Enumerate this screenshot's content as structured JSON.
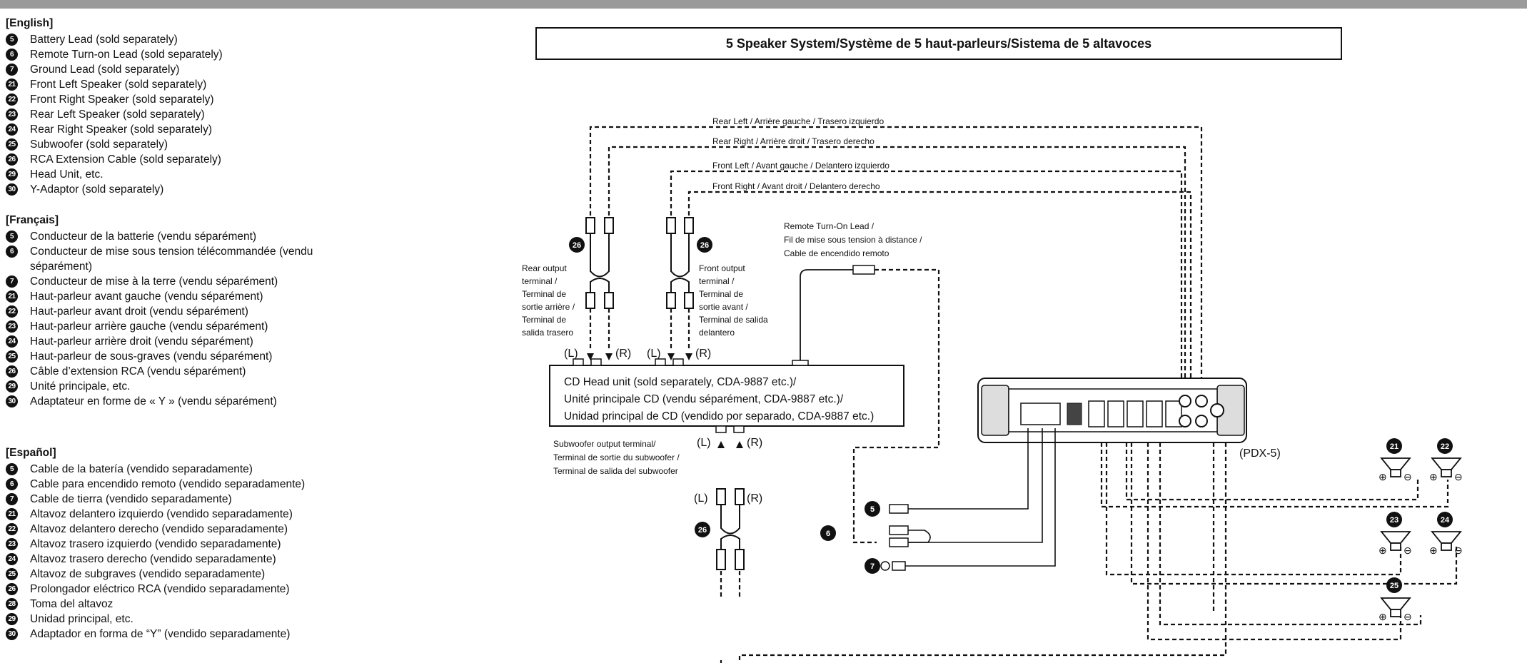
{
  "legend_en": {
    "heading": "[English]",
    "items": [
      {
        "num": "5",
        "text": "Battery Lead (sold separately)"
      },
      {
        "num": "6",
        "text": "Remote Turn-on Lead (sold separately)"
      },
      {
        "num": "7",
        "text": "Ground Lead (sold separately)"
      },
      {
        "num": "21",
        "text": "Front Left Speaker (sold separately)"
      },
      {
        "num": "22",
        "text": "Front Right Speaker (sold separately)"
      },
      {
        "num": "23",
        "text": "Rear Left Speaker (sold separately)"
      },
      {
        "num": "24",
        "text": "Rear Right Speaker (sold separately)"
      },
      {
        "num": "25",
        "text": "Subwoofer (sold separately)"
      },
      {
        "num": "26",
        "text": "RCA Extension Cable (sold separately)"
      },
      {
        "num": "29",
        "text": "Head Unit, etc."
      },
      {
        "num": "30",
        "text": "Y-Adaptor (sold separately)"
      }
    ]
  },
  "legend_fr": {
    "heading": "[Français]",
    "items": [
      {
        "num": "5",
        "text": "Conducteur de la batterie (vendu séparément)"
      },
      {
        "num": "6",
        "text": "Conducteur de mise sous tension télécommandée (vendu séparément)"
      },
      {
        "num": "7",
        "text": "Conducteur de mise à la terre (vendu séparément)"
      },
      {
        "num": "21",
        "text": "Haut-parleur avant gauche (vendu séparément)"
      },
      {
        "num": "22",
        "text": "Haut-parleur avant droit (vendu séparément)"
      },
      {
        "num": "23",
        "text": "Haut-parleur arrière gauche (vendu séparément)"
      },
      {
        "num": "24",
        "text": "Haut-parleur arrière droit (vendu séparément)"
      },
      {
        "num": "25",
        "text": "Haut-parleur de sous-graves (vendu séparément)"
      },
      {
        "num": "26",
        "text": "Câble d’extension RCA (vendu séparément)"
      },
      {
        "num": "29",
        "text": "Unité principale, etc."
      },
      {
        "num": "30",
        "text": "Adaptateur en forme de « Y » (vendu séparément)"
      }
    ]
  },
  "legend_es": {
    "heading": "[Español]",
    "items": [
      {
        "num": "5",
        "text": "Cable de la batería (vendido separadamente)"
      },
      {
        "num": "6",
        "text": "Cable para encendido remoto (vendido separadamente)"
      },
      {
        "num": "7",
        "text": "Cable de tierra (vendido separadamente)"
      },
      {
        "num": "21",
        "text": "Altavoz delantero izquierdo (vendido separadamente)"
      },
      {
        "num": "22",
        "text": "Altavoz delantero derecho (vendido separadamente)"
      },
      {
        "num": "23",
        "text": "Altavoz trasero izquierdo (vendido separadamente)"
      },
      {
        "num": "24",
        "text": "Altavoz trasero derecho (vendido separadamente)"
      },
      {
        "num": "25",
        "text": "Altavoz de subgraves (vendido separadamente)"
      },
      {
        "num": "26",
        "text": "Prolongador eléctrico RCA (vendido separadamente)"
      },
      {
        "num": "28",
        "text": "Toma del altavoz"
      },
      {
        "num": "29",
        "text": "Unidad principal, etc."
      },
      {
        "num": "30",
        "text": "Adaptador en forma de “Y” (vendido separadamente)"
      }
    ]
  },
  "diagram": {
    "title": "5 Speaker System/Système de 5 haut-parleurs/Sistema de 5 altavoces",
    "lines": {
      "rear_left": "Rear Left / Arrière gauche / Trasero izquierdo",
      "rear_right": "Rear Right / Arrière droit / Trasero derecho",
      "front_left": "Front Left / Avant gauche / Delantero izquierdo",
      "front_right": "Front Right / Avant droit / Delantero derecho"
    },
    "remote_label": [
      "Remote Turn-On Lead /",
      "Fil de mise sous tension à distance /",
      "Cable de encendido remoto"
    ],
    "rear_output": [
      "Rear output",
      "terminal /",
      "Terminal de",
      "sortie arrière /",
      "Terminal de",
      "salida trasero"
    ],
    "front_output": [
      "Front output",
      "terminal /",
      "Terminal de",
      "sortie avant /",
      "Terminal de salida",
      "delantero"
    ],
    "head_unit": [
      "CD Head unit (sold separately, CDA-9887 etc.)/",
      "Unité principale CD (vendu séparément, CDA-9887 etc.)/",
      "Unidad principal de CD (vendido por separado, CDA-9887 etc.)"
    ],
    "sub_output": [
      "Subwoofer output terminal/",
      "Terminal de sortie du subwoofer /",
      "Terminal de salida del subwoofer"
    ],
    "left": "(L)",
    "right": "(R)",
    "amp_model": "(PDX-5)",
    "cable_num": "26"
  }
}
